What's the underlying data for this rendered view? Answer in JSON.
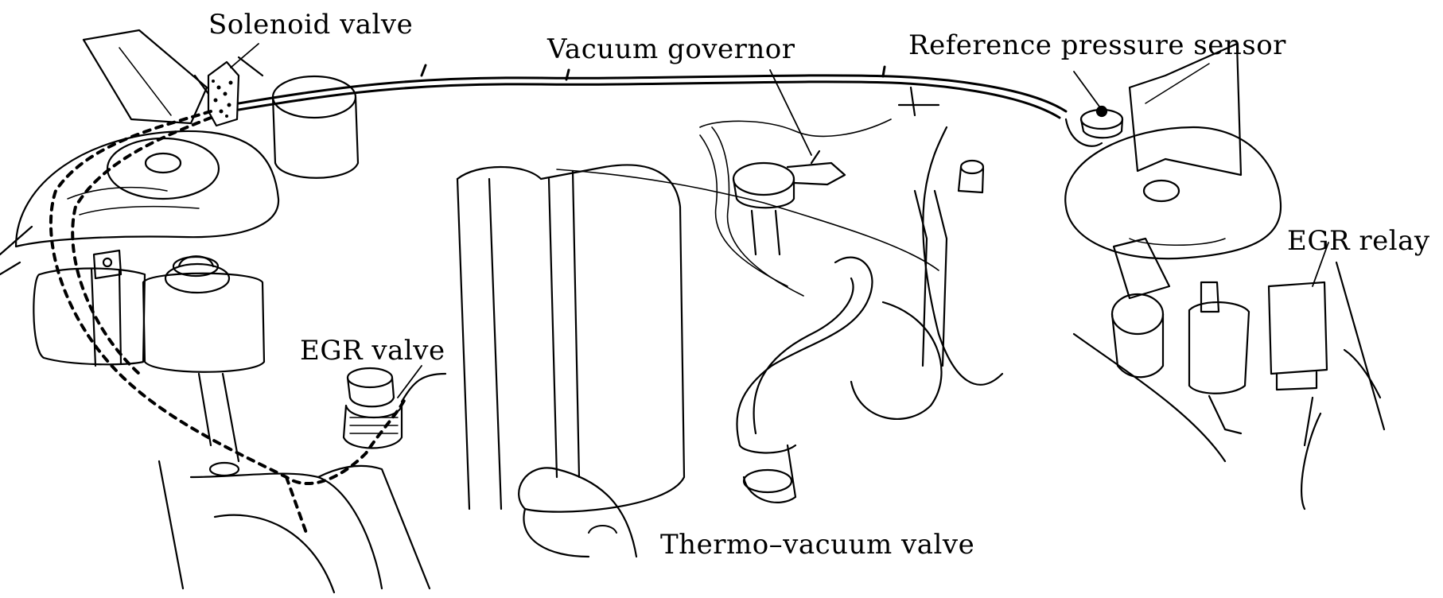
{
  "labels": {
    "solenoid_valve": "Solenoid valve",
    "vacuum_governor": "Vacuum governor",
    "reference_pressure_sensor": "Reference pressure sensor",
    "egr_relay": "EGR relay",
    "egr_valve": "EGR valve",
    "thermo_vacuum_valve": "Thermo–vacuum valve"
  },
  "colors": {
    "ink": "#000000",
    "paper": "#ffffff"
  }
}
